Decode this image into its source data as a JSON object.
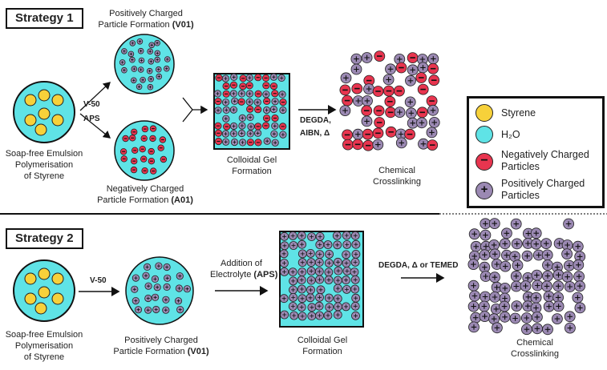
{
  "strategy1": {
    "title": "Strategy 1",
    "start_label": [
      "Soap-free Emulsion",
      "Polymerisation",
      "of Styrene"
    ],
    "reagents_split": [
      "V-50",
      "APS"
    ],
    "pos_label": [
      "Positively Charged",
      "Particle Formation "
    ],
    "pos_code": "(V01)",
    "neg_label": [
      "Negatively Charged",
      "Particle Formation "
    ],
    "neg_code": "(A01)",
    "gel_label": [
      "Colloidal Gel",
      "Formation"
    ],
    "reagents_crosslink": [
      "DEGDA,",
      "AIBN, Δ"
    ],
    "final_label": [
      "Chemical",
      "Crosslinking"
    ]
  },
  "strategy2": {
    "title": "Strategy 2",
    "start_label": [
      "Soap-free Emulsion",
      "Polymerisation",
      "of Styrene"
    ],
    "reagent_initiator": "V-50",
    "pos_label": [
      "Positively Charged",
      "Particle Formation "
    ],
    "pos_code": "(V01)",
    "electrolyte_label": [
      "Addition of",
      "Electrolyte "
    ],
    "electrolyte_code": "(APS)",
    "gel_label": [
      "Colloidal Gel",
      "Formation"
    ],
    "reagents_crosslink": "DEGDA, Δ or TEMED",
    "final_label": [
      "Chemical",
      "Crosslinking"
    ]
  },
  "legend": {
    "items": [
      {
        "label": "Styrene",
        "color": "#f7d13a",
        "sign": ""
      },
      {
        "label": "H₂O",
        "color": "#5fe3e6",
        "sign": ""
      },
      {
        "label": "Negatively Charged Particles",
        "color": "#e8354f",
        "sign": "−"
      },
      {
        "label": "Positively Charged Particles",
        "color": "#9b89b3",
        "sign": "+"
      }
    ]
  },
  "colors": {
    "water": "#5fe3e6",
    "styrene": "#f7d13a",
    "negative": "#e8354f",
    "positive": "#9b89b3"
  },
  "icons": [
    "arrow-icon",
    "fork-join-icon",
    "negative-particle-icon",
    "positive-particle-icon",
    "styrene-droplet-icon"
  ]
}
